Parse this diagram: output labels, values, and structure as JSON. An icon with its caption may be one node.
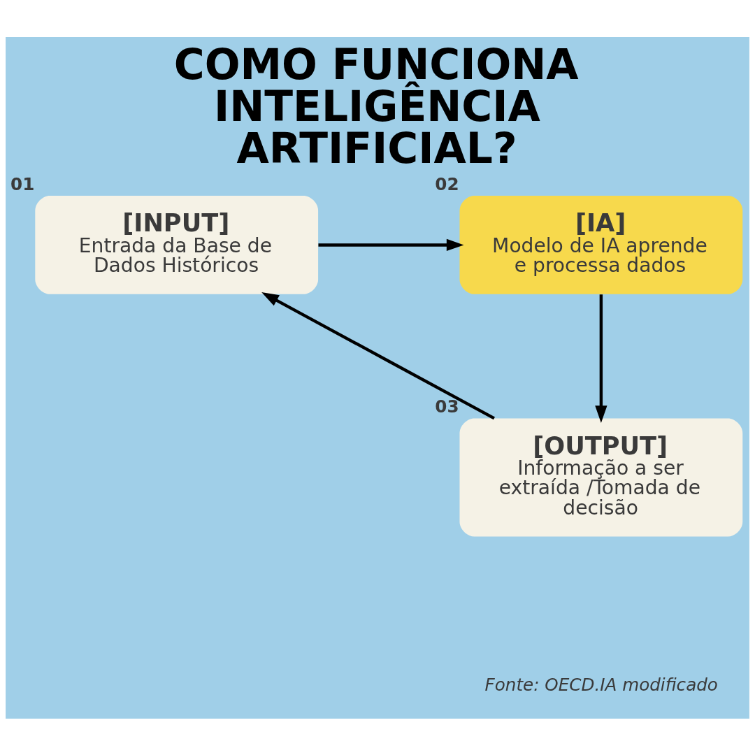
{
  "diagram": {
    "title": "COMO FUNCIONA INTELIGÊNCIA ARTIFICIAL?",
    "caption": "Fonte: OECD.IA modificado",
    "nodes": [
      {
        "text": [
          "[INPUT]",
          "Entrada da Base de Dados Históricos"
        ],
        "beside": [
          "01"
        ]
      },
      {
        "text": [
          "[IA]",
          "Modelo de IA aprende e processa dados"
        ],
        "beside": [
          "02"
        ]
      },
      {
        "text": [
          "[OUTPUT]",
          "Informação a ser extraída /Tomada de decisão"
        ],
        "beside": [
          "03"
        ]
      }
    ],
    "edges": [
      {
        "from": 0,
        "to": 1,
        "arrow": "to"
      },
      {
        "from": 1,
        "to": 2,
        "arrow": "to"
      },
      {
        "from": 2,
        "to": 0,
        "arrow": "to"
      }
    ]
  }
}
